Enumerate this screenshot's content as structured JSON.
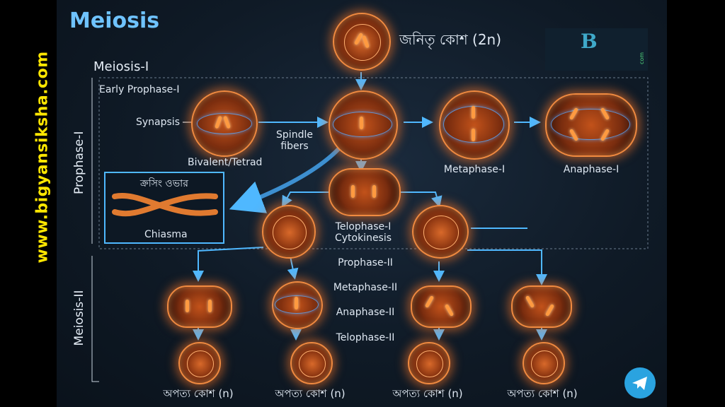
{
  "title": "Meiosis",
  "parent_cell": "জনিতৃ কোশ (2n)",
  "sections": {
    "meiosis1": "Meiosis-I",
    "meiosis2": "Meiosis-II",
    "prophase1": "Prophase-I"
  },
  "labels": {
    "early_prophase": "Early Prophase-I",
    "synapsis": "Synapsis",
    "bivalent": "Bivalent/Tetrad",
    "spindle": "Spindle\nfibers",
    "crossing_over": "ক্রসিং ওভার",
    "chiasma": "Chiasma",
    "metaphase1": "Metaphase-I",
    "anaphase1": "Anaphase-I",
    "telophase1": "Telophase-I\nCytokinesis",
    "prophase2": "Prophase-II",
    "metaphase2": "Metaphase-II",
    "anaphase2": "Anaphase-II",
    "telophase2": "Telophase-II"
  },
  "daughter_cells": [
    "অপত্য কোশ (n)",
    "অপত্য কোশ (n)",
    "অপত্য কোশ (n)",
    "অপত্য কোশ (n)"
  ],
  "watermark": "www.bigyansiksha.com",
  "logo_text": "com",
  "colors": {
    "accent": "#6fc3ff",
    "cell": "#d8692a",
    "watermark": "#ffe600",
    "arrow": "#4fb8ff"
  }
}
